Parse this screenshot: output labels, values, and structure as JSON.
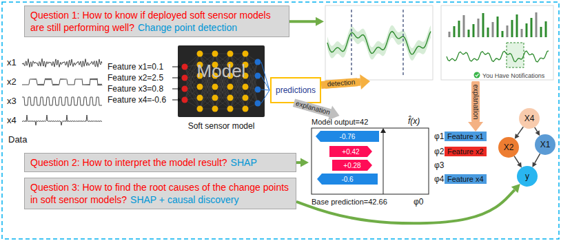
{
  "diagram": {
    "nodes": [
      {
        "text": [
          "Question 1: How to know if deployed soft sensor models are still performing well?",
          "Change point detection"
        ]
      },
      {
        "text": [
          "You Have Notifications"
        ]
      },
      {
        "text": [
          "Model",
          "Soft sensor model"
        ]
      },
      {
        "text": [
          "predictions"
        ]
      },
      {
        "text": [
          "Question 2: How to interpret the model result?",
          "SHAP"
        ]
      },
      {
        "text": [
          "Model output=42",
          "Base prediction=42.66"
        ]
      },
      {
        "text": [
          "-0.76"
        ],
        "in": 5
      },
      {
        "text": [
          "+0.42"
        ],
        "in": 5
      },
      {
        "text": [
          "+0.28"
        ],
        "in": 5
      },
      {
        "text": [
          "-0.6"
        ],
        "in": 5
      },
      {
        "text": [
          "Feature x1"
        ]
      },
      {
        "text": [
          "Feature x2"
        ]
      },
      {
        "text": [
          "Feature x4"
        ]
      },
      {
        "text": [
          "Question 3: How to find the root causes of the change points in soft sensor models?",
          "SHAP + causal discovery"
        ]
      },
      {
        "text": [
          "X4"
        ]
      },
      {
        "text": [
          "X2"
        ]
      },
      {
        "text": [
          "X1"
        ]
      },
      {
        "text": [
          "y"
        ]
      }
    ],
    "edges": [
      {
        "from": 0,
        "to": 1,
        "arrow": "to"
      },
      {
        "from": 3,
        "to": 1,
        "label": "detection",
        "arrow": "to"
      },
      {
        "from": 3,
        "to": 5,
        "label": "explanation",
        "arrow": "to"
      },
      {
        "from": 1,
        "to": 10,
        "label": "explanation",
        "arrow": "to"
      },
      {
        "from": 4,
        "to": 5,
        "arrow": "to"
      },
      {
        "from": 13,
        "to": 17,
        "arrow": "to"
      },
      {
        "from": 14,
        "to": 15,
        "arrow": "to"
      },
      {
        "from": 14,
        "to": 16,
        "arrow": "to"
      },
      {
        "from": 15,
        "to": 17,
        "arrow": "to"
      },
      {
        "from": 16,
        "to": 17,
        "arrow": "to"
      }
    ],
    "labels": [
      "x1",
      "x2",
      "x3",
      "x4",
      "Data",
      "Feature x1=0.1",
      "Feature x2=2.5",
      "Feature x3=0.8",
      "Feature x4=-0.6",
      "f̂(x)",
      "φ1",
      "φ2",
      "φ3",
      "φ4",
      "φ0"
    ]
  }
}
